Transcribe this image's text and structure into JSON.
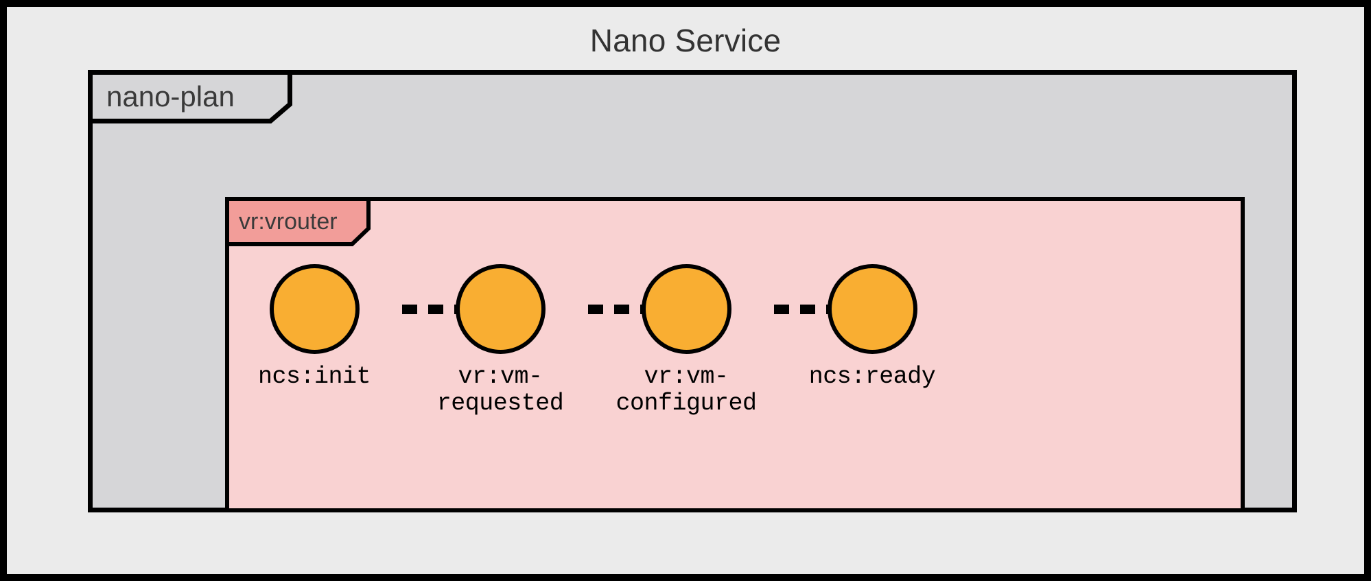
{
  "diagram": {
    "title": "Nano Service",
    "colors": {
      "background": "#ebebeb",
      "frame": "#000000",
      "plan_fill": "#d6d6d8",
      "vrouter_fill": "#f9d2d2",
      "vrouter_tab_fill": "#f29d99",
      "state_fill": "#f9ae32",
      "title_text": "#333333"
    }
  },
  "plan_package": {
    "label": "nano-plan"
  },
  "vrouter_package": {
    "label": "vr:vrouter"
  },
  "states": [
    {
      "label": "ncs:init"
    },
    {
      "label": "vr:vm-\nrequested"
    },
    {
      "label": "vr:vm-\nconfigured"
    },
    {
      "label": "ncs:ready"
    }
  ],
  "transitions": [
    {
      "from": "ncs:init",
      "to": "vr:vm-requested",
      "style": "dashed"
    },
    {
      "from": "vr:vm-requested",
      "to": "vr:vm-configured",
      "style": "dashed"
    },
    {
      "from": "vr:vm-configured",
      "to": "ncs:ready",
      "style": "dashed"
    }
  ]
}
